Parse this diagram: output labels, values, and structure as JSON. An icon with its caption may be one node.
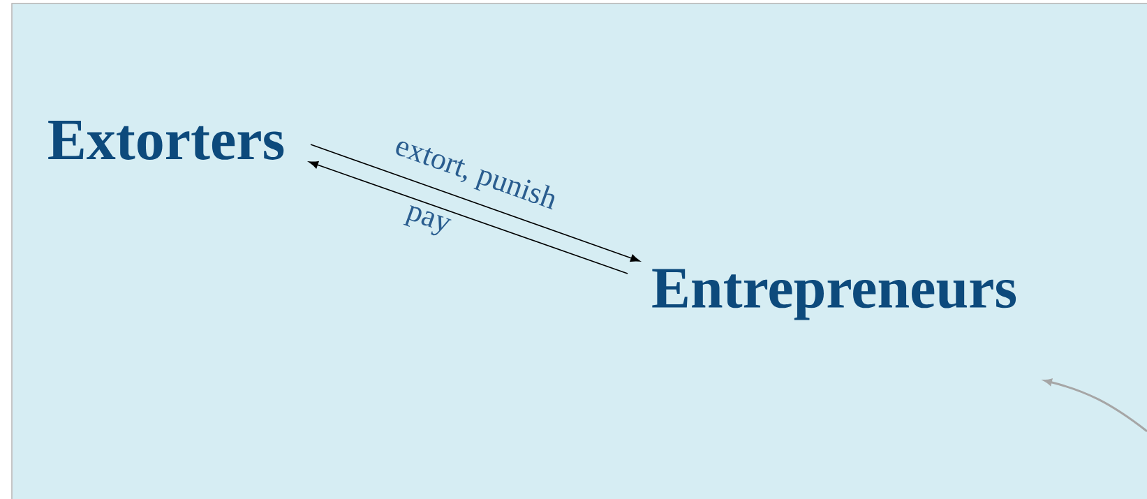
{
  "diagram": {
    "nodes": [
      {
        "text": [
          "Extorters"
        ]
      },
      {
        "text": [
          "Entrepreneurs"
        ]
      }
    ],
    "edges": [
      {
        "from": 0,
        "to": 1,
        "arrow": "to",
        "label": "extort, punish"
      },
      {
        "from": 1,
        "to": 0,
        "arrow": "to",
        "label": "pay"
      }
    ]
  }
}
